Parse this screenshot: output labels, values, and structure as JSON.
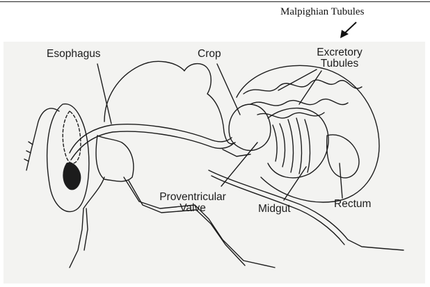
{
  "header_label": "Malpighian Tubules",
  "labels": {
    "esophagus": "Esophagus",
    "crop": "Crop",
    "excretory_line1": "Excretory",
    "excretory_line2": "Tubules",
    "proventricular_line1": "Proventricular",
    "proventricular_line2": "Valve",
    "midgut": "Midgut",
    "rectum": "Rectum"
  },
  "colors": {
    "ink": "#1c1c1c",
    "paper": "#f3f3f1",
    "background": "#ffffff"
  }
}
